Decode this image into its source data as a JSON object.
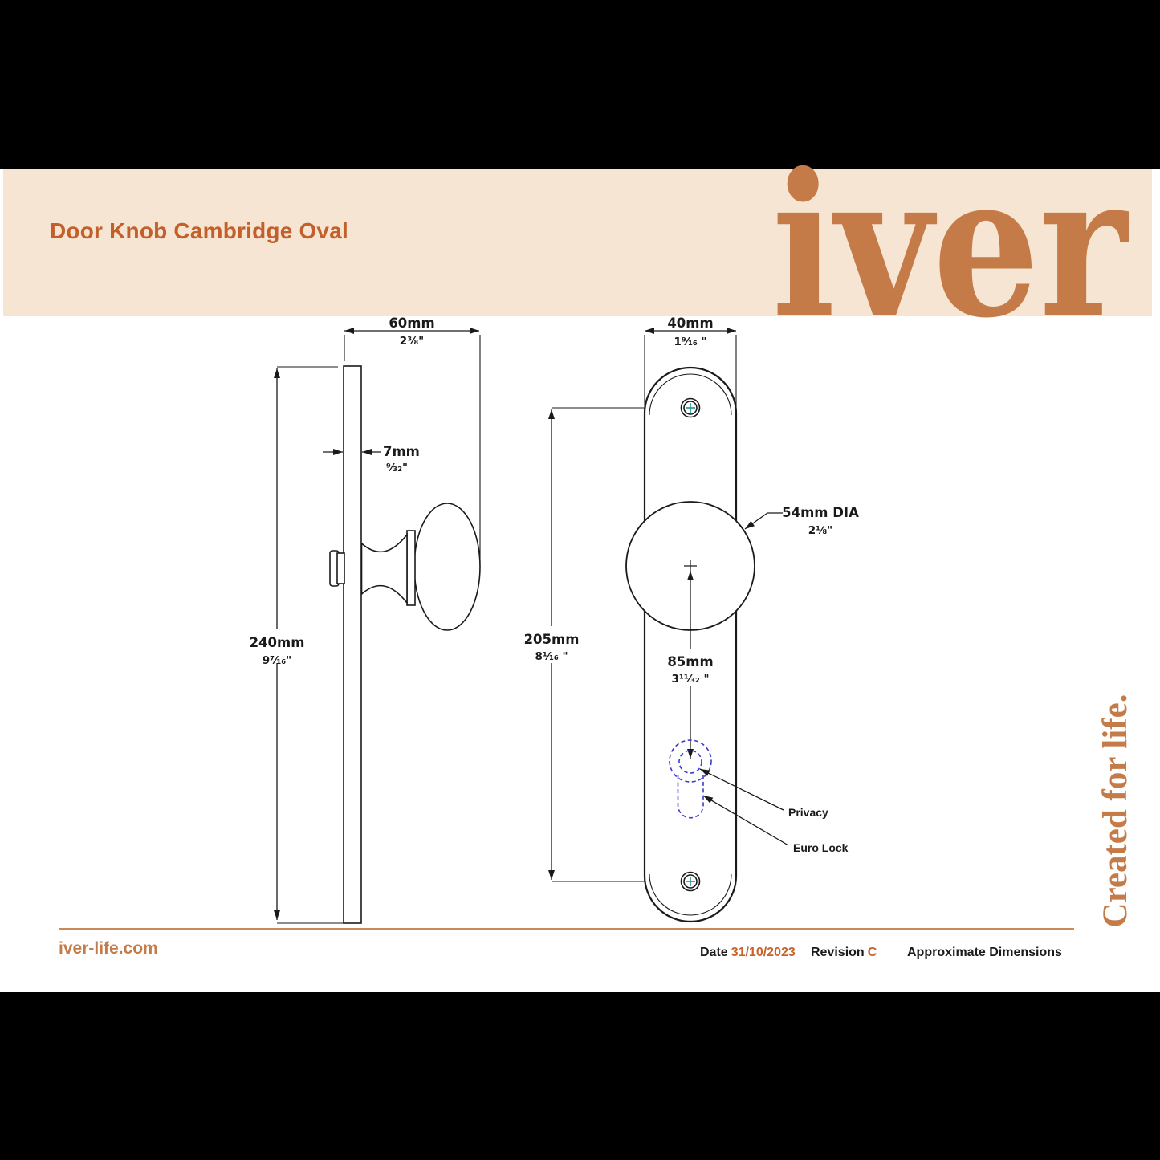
{
  "header": {
    "title": "Door Knob Cambridge Oval",
    "logo": "iver"
  },
  "side_view": {
    "height_mm": "240mm",
    "height_in": "9⁷⁄₁₆\"",
    "projection_mm": "60mm",
    "projection_in": "2⅜\"",
    "plate_thickness_mm": "7mm",
    "plate_thickness_in": "⁹⁄₃₂\""
  },
  "front_view": {
    "plate_width_mm": "40mm",
    "plate_width_in": "1⁹⁄₁₆ \"",
    "screw_centres_mm": "205mm",
    "screw_centres_in": "8¹⁄₁₆ \"",
    "knob_diameter_mm": "54mm DIA",
    "knob_diameter_in": "2⅛\"",
    "lock_centre_mm": "85mm",
    "lock_centre_in": "3¹¹⁄₃₂ \"",
    "privacy_label": "Privacy",
    "euro_lock_label": "Euro Lock"
  },
  "side_text": "Created for life.",
  "footer": {
    "website": "iver-life.com",
    "date_label": "Date",
    "date_value": "31/10/2023",
    "revision_label": "Revision",
    "revision_value": "C",
    "dimensions_note": "Approximate Dimensions"
  },
  "colors": {
    "cream": "#F5E5D2",
    "accent": "#C35F2B",
    "logo_orange": "#C47B48",
    "separator": "#C9895A",
    "ink": "#1A1A1A",
    "teal": "#2E9C9E",
    "keyhole_blue": "#3B3BCE",
    "date_orange": "#C9622A"
  }
}
